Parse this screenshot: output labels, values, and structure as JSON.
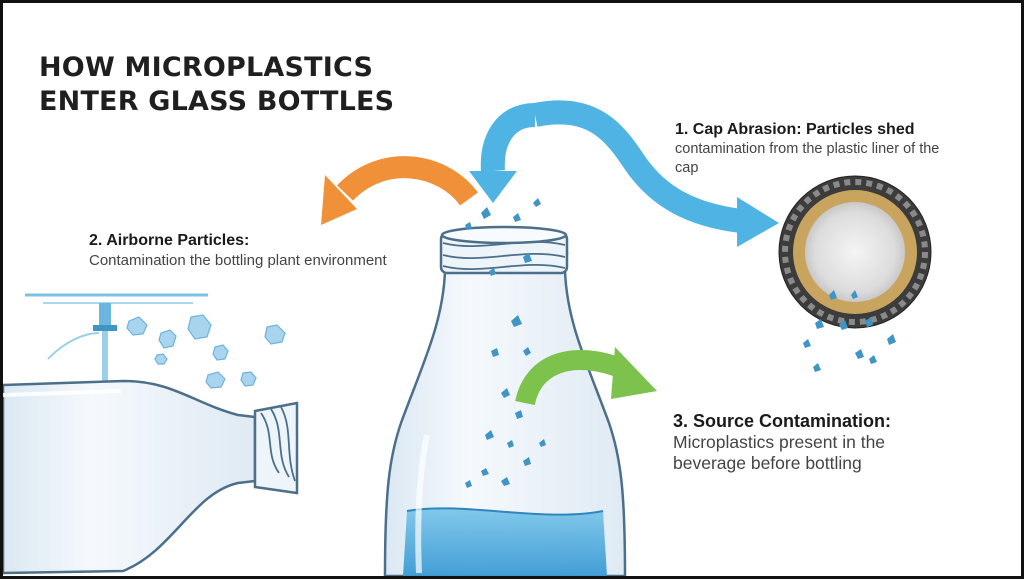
{
  "title": {
    "line1": "HOW MICROPLASTICS",
    "line2": "ENTER GLASS BOTTLES"
  },
  "labels": {
    "cap": {
      "heading": "1. Cap Abrasion: Particles shed",
      "body": "contamination from the plastic liner of the cap"
    },
    "airborne": {
      "heading": "2. Airborne Particles:",
      "body": "Contamination the bottling plant environment"
    },
    "source": {
      "heading": "3. Source Contamination:",
      "body": "Microplastics present in the beverage before bottling"
    }
  },
  "colors": {
    "arrow_blue": "#4fb3e3",
    "arrow_orange": "#f0913a",
    "arrow_green": "#7cc24d",
    "particle_blue": "#3f95c6",
    "liquid_blue": "#5cb5e0",
    "cap_gold": "#c9a45e"
  },
  "icons": [
    "cap-icon",
    "bottle-icon",
    "nozzle-icon",
    "particle-icon"
  ]
}
